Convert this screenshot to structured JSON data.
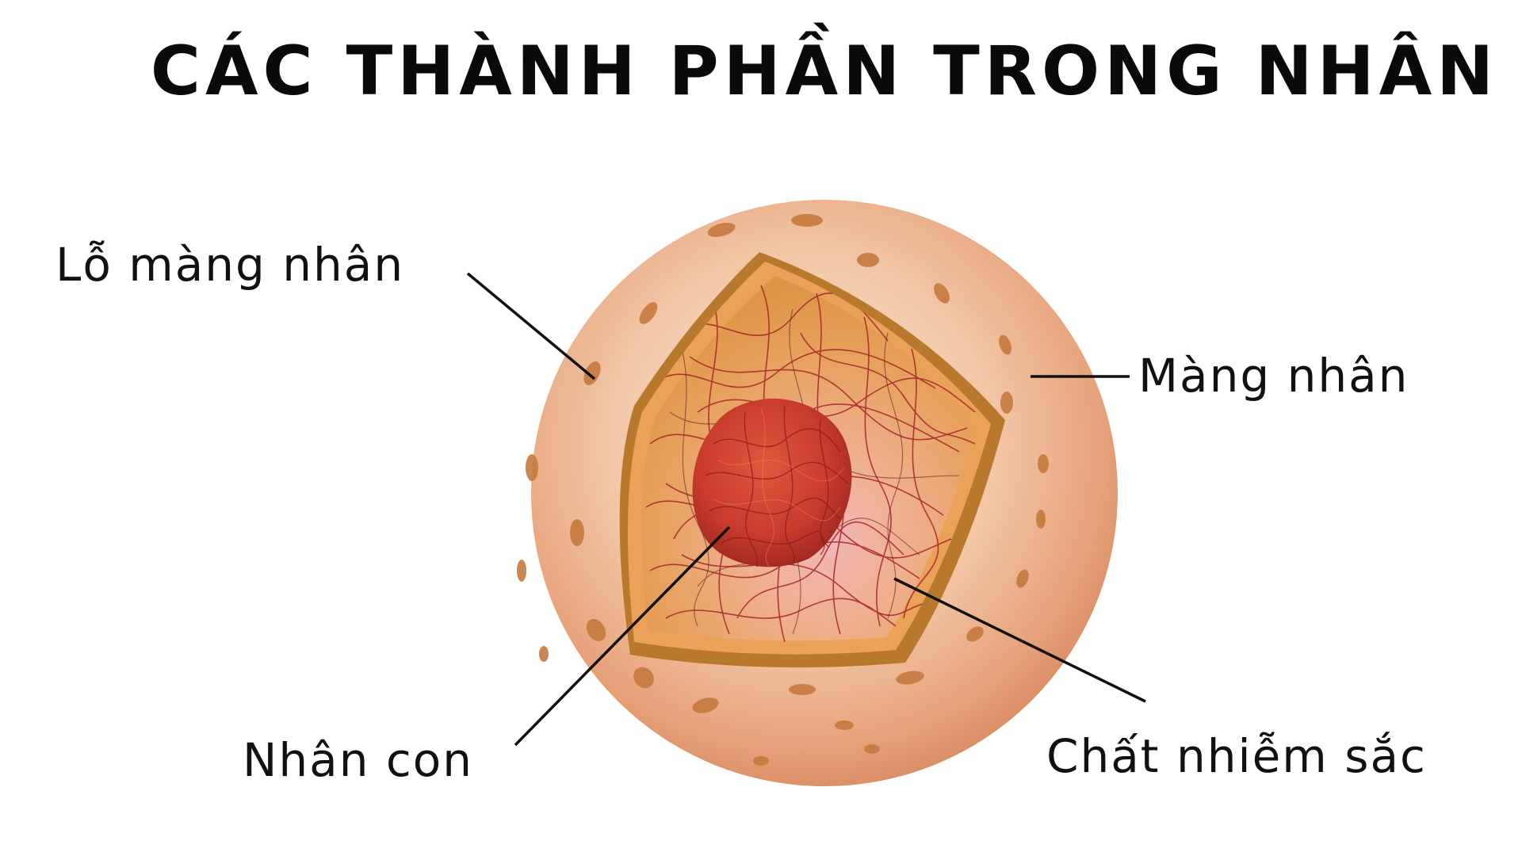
{
  "title": "CÁC THÀNH PHẦN TRONG NHÂN",
  "labels": {
    "nuclear_pore": "Lỗ màng nhân",
    "nuclear_membrane": "Màng nhân",
    "nucleolus": "Nhân con",
    "chromatin": "Chất nhiễm sắc"
  },
  "colors": {
    "sphere_outer": "#e8a77e",
    "sphere_inner": "#f6d9c4",
    "pore": "#c47a3e",
    "cut_face": "#e9a257",
    "cut_rim": "#b8792c",
    "chromatin": "#a8222c",
    "nucleolus": "#d1412f",
    "leader_line": "#111111"
  }
}
